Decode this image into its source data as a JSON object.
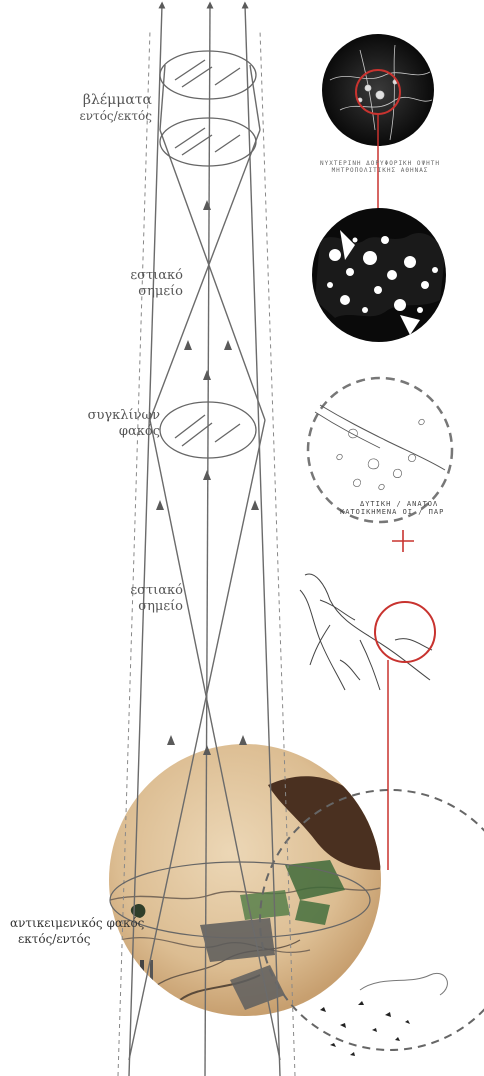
{
  "labels": {
    "outer_view_line1": "βλέμματα",
    "outer_view_line2": "εντός/εκτός",
    "focal_top_line1": "εστιακό",
    "focal_top_line2": "σημείο",
    "converging_line1": "συγκλίνων",
    "converging_line2": "φακός",
    "focal_bottom_line1": "εστιακό",
    "focal_bottom_line2": "σημείο",
    "objective_line1": "αντικειμενικός φακός",
    "objective_line2": "εκτός/εντός"
  },
  "captions": {
    "night_map_line1": "ΝΥΧΤΕΡΙΝΗ ΔΟΡΥΦΟΡΙΚΗ ΟΨΗΤΗ",
    "night_map_line2": "ΜΗΤΡΟΠΟΛΙΤΙΚΗΣ ΑΘΗΝΑΣ",
    "outline_map_line1": "ΔΥΤΙΚΗ / ΑΝΑΤΟΛ",
    "outline_map_line2": "ΚΑΤΟΙΚΗΜΕΝΑ ΟΙ / ΠΑΡ"
  },
  "colors": {
    "accent_red": "#c8332f",
    "line_gray": "#6b6b6b",
    "sepia": "#d9b98e",
    "dark_brown": "#4a3020"
  }
}
